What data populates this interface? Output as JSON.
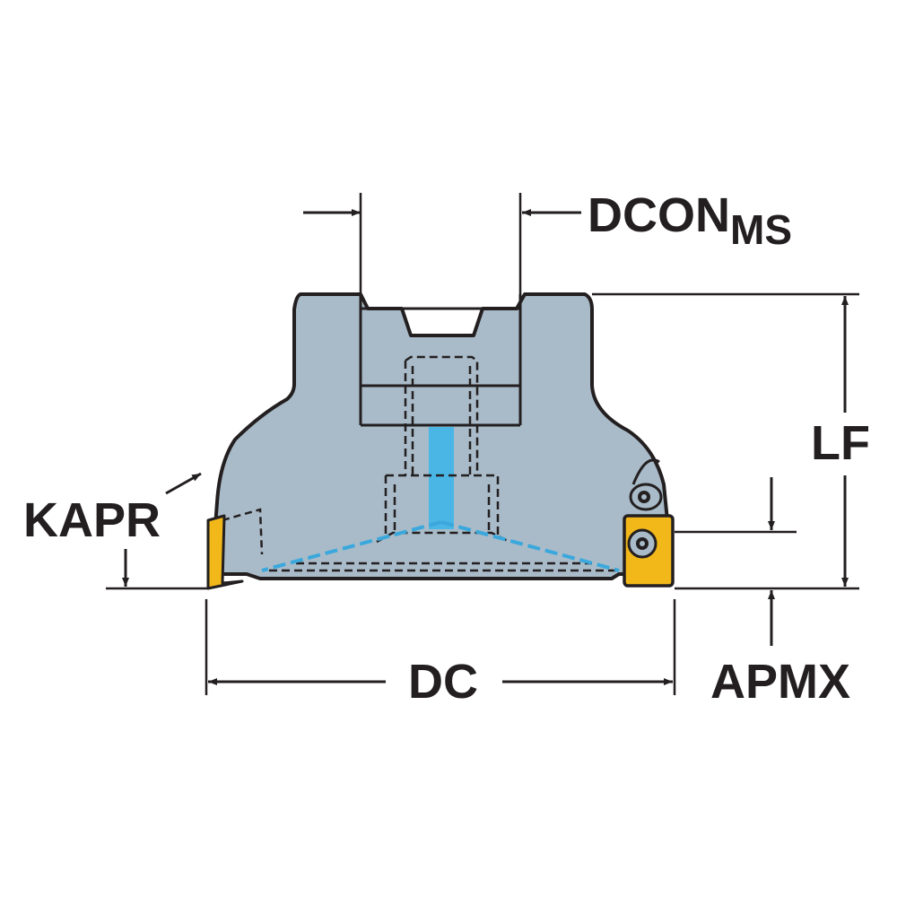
{
  "labels": {
    "dcon_main": "DCON",
    "dcon_sub": "MS",
    "lf": "LF",
    "kapr": "KAPR",
    "dc": "DC",
    "apmx": "APMX"
  },
  "colors": {
    "body": "#a9bbc8",
    "insert": "#f2b81a",
    "coolant": "#49b6e5",
    "coolant_line": "#3aa8dc",
    "line": "#231f20",
    "background": "#ffffff"
  }
}
